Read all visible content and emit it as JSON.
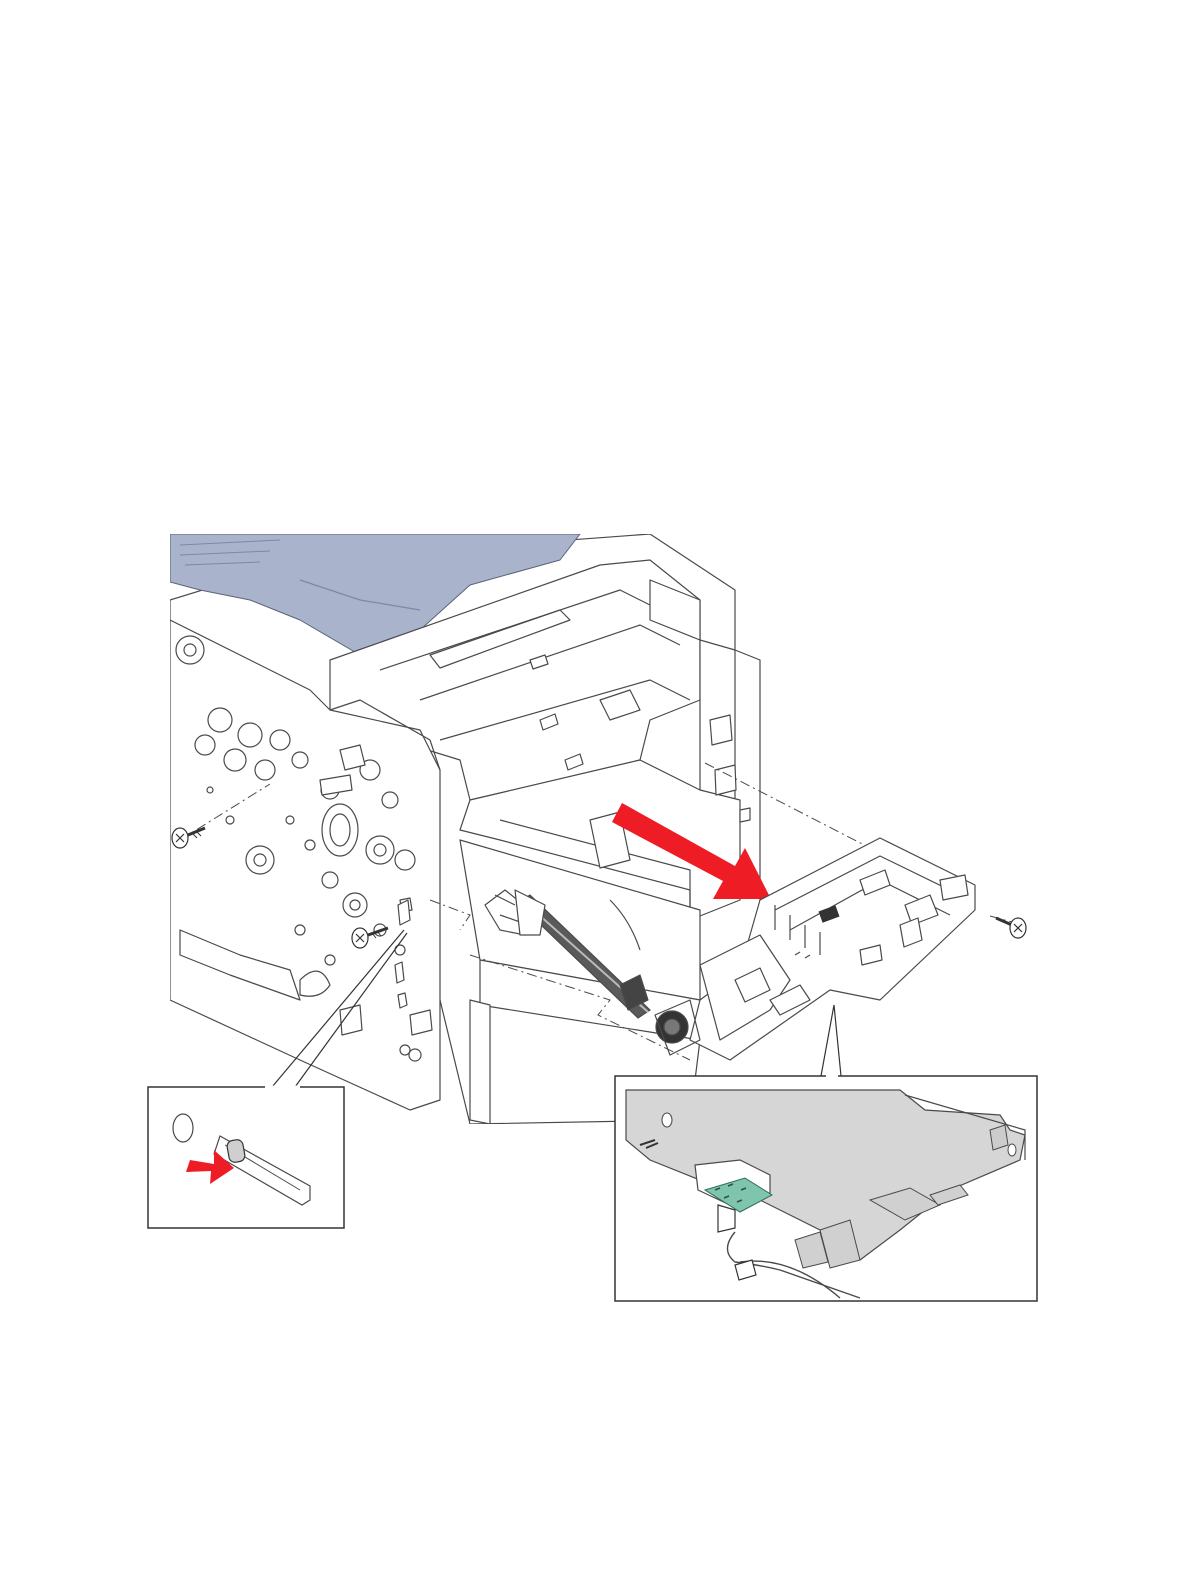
{
  "diagram": {
    "text_labels": [],
    "colors": {
      "background": "#ffffff",
      "line": "#4a4a4a",
      "top_cover": "#a9b3cc",
      "arrow": "#ee1c25",
      "inset_tray": "#d6d6d6",
      "pcb": "#7fc4ad",
      "frame_fill": "#ffffff"
    },
    "callouts": [
      {
        "name": "latch-callout",
        "shows": "press-latch-detail"
      },
      {
        "name": "tray-callout",
        "shows": "tray-underside-with-board"
      }
    ],
    "icons": [
      "screw-icon",
      "screw-icon",
      "screw-icon",
      "direction-arrow-icon",
      "press-arrow-icon"
    ]
  }
}
